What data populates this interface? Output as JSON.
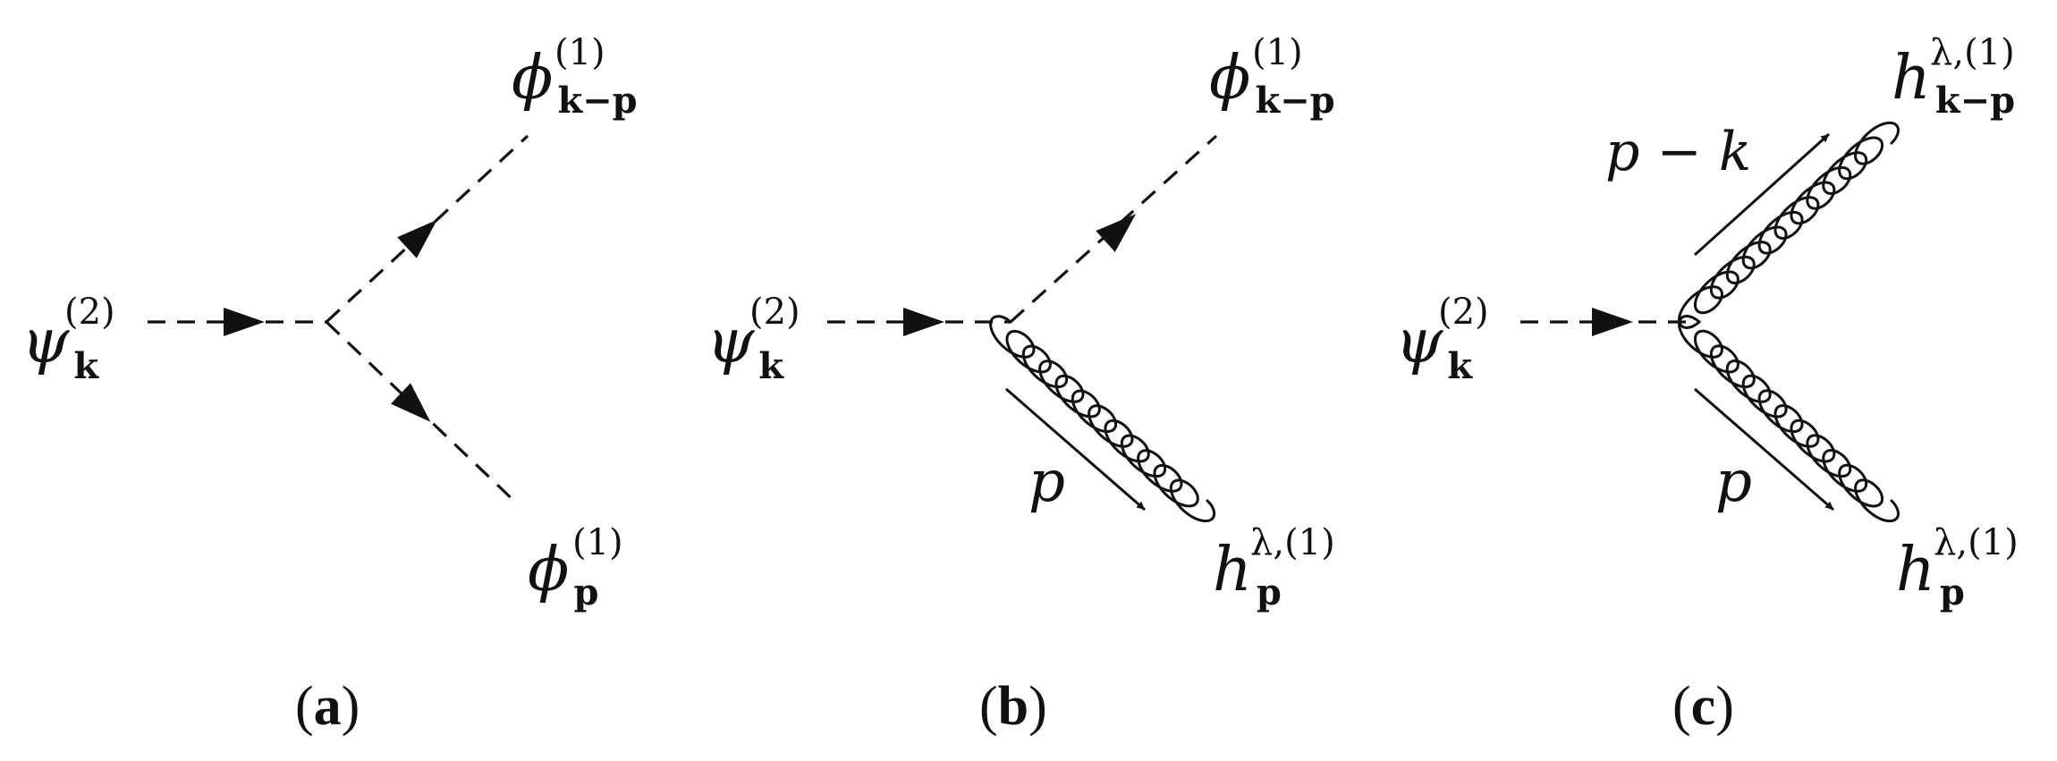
{
  "colors": {
    "ink": "#111111",
    "background": "#ffffff"
  },
  "panels": [
    {
      "id": "a",
      "caption": {
        "open": "(",
        "letter": "a",
        "close": ")"
      },
      "incoming": {
        "base": "ψ",
        "sub": "k",
        "sup": "(2)"
      },
      "upper": {
        "base": "ϕ",
        "sub": "k−p",
        "sup": "(1)"
      },
      "lower": {
        "base": "ϕ",
        "sub": "p",
        "sup": "(1)"
      }
    },
    {
      "id": "b",
      "caption": {
        "open": "(",
        "letter": "b",
        "close": ")"
      },
      "incoming": {
        "base": "ψ",
        "sub": "k",
        "sup": "(2)"
      },
      "upper": {
        "base": "ϕ",
        "sub": "k−p",
        "sup": "(1)"
      },
      "lower": {
        "base": "h",
        "sub": "p",
        "sup": "λ,(1)"
      },
      "momentum_lower": "p"
    },
    {
      "id": "c",
      "caption": {
        "open": "(",
        "letter": "c",
        "close": ")"
      },
      "incoming": {
        "base": "ψ",
        "sub": "k",
        "sup": "(2)"
      },
      "upper": {
        "base": "h",
        "sub": "k−p",
        "sup": "λ,(1)"
      },
      "lower": {
        "base": "h",
        "sub": "p",
        "sup": "λ,(1)"
      },
      "momentum_upper": "p − k",
      "momentum_lower": "p"
    }
  ]
}
